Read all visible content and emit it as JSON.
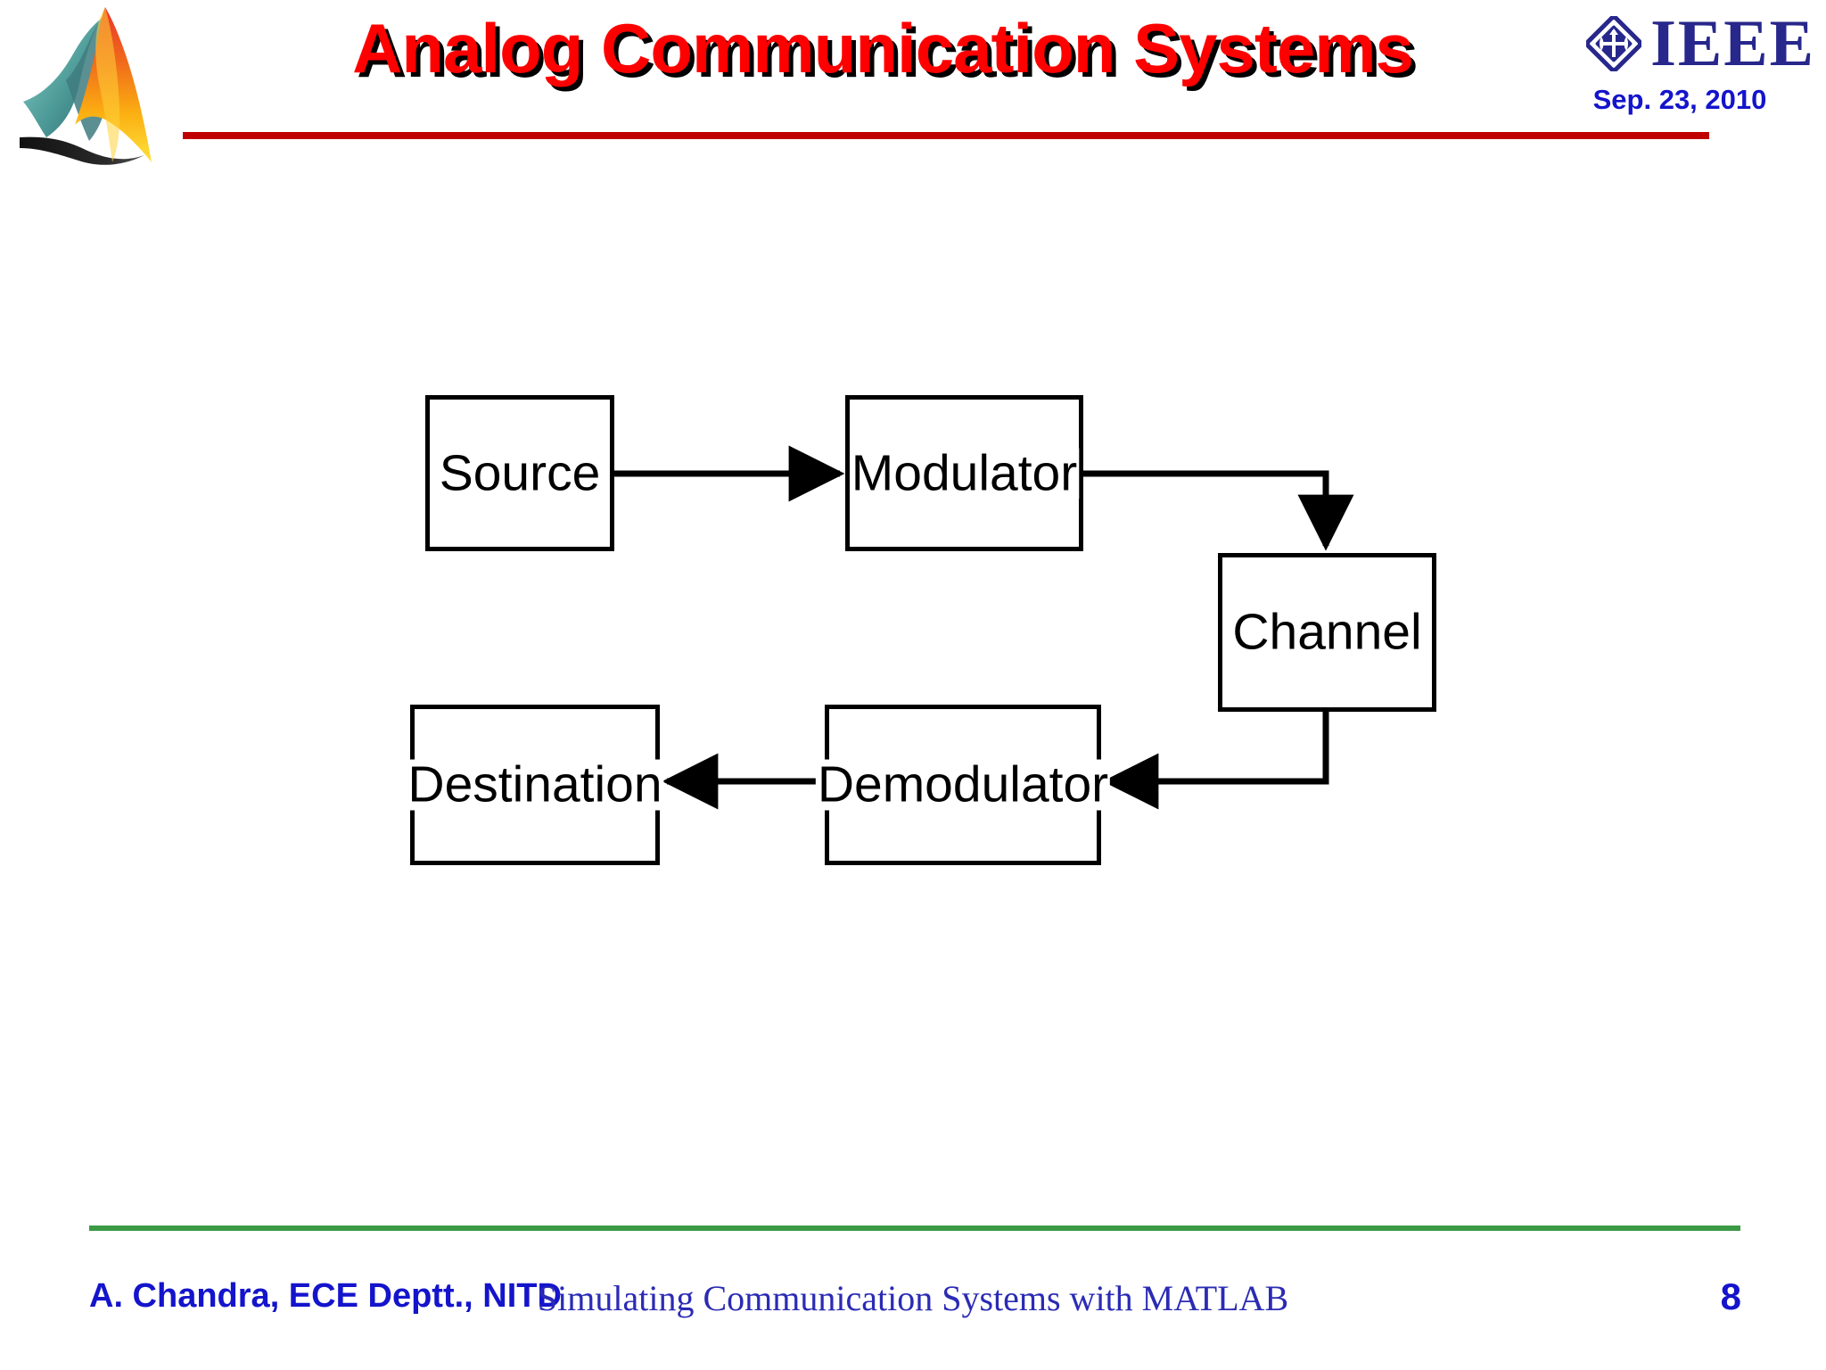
{
  "slide": {
    "title": "Analog Communication Systems",
    "title_color": "#FF0000",
    "header_rule_color": "#C00000",
    "footer_rule_color": "#3C9A46"
  },
  "branding": {
    "matlab_logo": "matlab-membrane-logo",
    "ieee_logo": "ieee-diamond-logo",
    "ieee_wordmark": "IEEE",
    "ieee_wordmark_color": "#27278C",
    "date": "Sep. 23, 2010",
    "date_color": "#1414CC"
  },
  "diagram": {
    "type": "block-diagram",
    "blocks": [
      {
        "id": "source",
        "label": "Source"
      },
      {
        "id": "modulator",
        "label": "Modulator"
      },
      {
        "id": "channel",
        "label": "Channel"
      },
      {
        "id": "demodulator",
        "label": "Demodulator"
      },
      {
        "id": "destination",
        "label": "Destination"
      }
    ],
    "connections": [
      {
        "from": "source",
        "to": "modulator"
      },
      {
        "from": "modulator",
        "to": "channel"
      },
      {
        "from": "channel",
        "to": "demodulator"
      },
      {
        "from": "demodulator",
        "to": "destination"
      }
    ]
  },
  "footer": {
    "author": "A. Chandra, ECE Deptt., NITD",
    "author_color": "#1414CC",
    "subject": "Simulating Communication Systems with MATLAB",
    "subject_color": "#2B2BB5",
    "page_number": "8"
  }
}
